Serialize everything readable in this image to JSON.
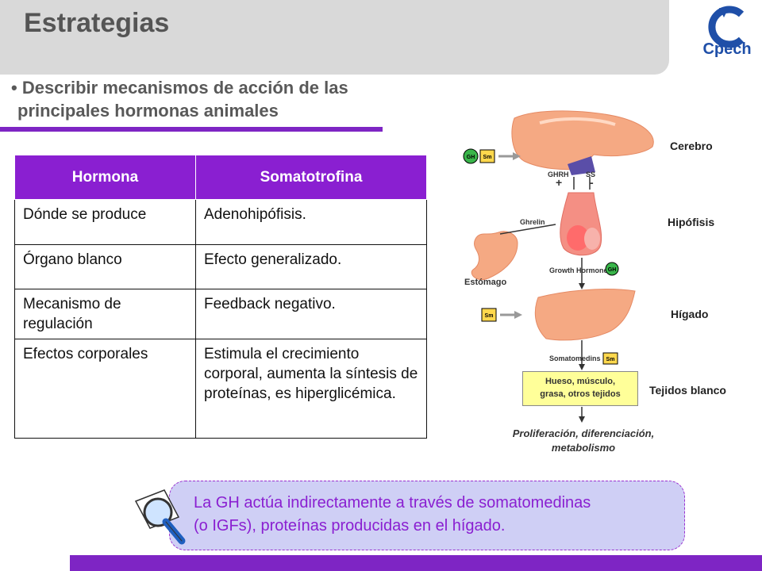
{
  "title": "Estrategias",
  "logo_text": "Cpech",
  "objective": {
    "line1": "Describir mecanismos de acción de las",
    "line2": "principales hormonas animales"
  },
  "table": {
    "headers": [
      "Hormona",
      "Somatotrofina"
    ],
    "rows": [
      [
        "Dónde se produce",
        "Adenohipófisis."
      ],
      [
        "Órgano blanco",
        "Efecto generalizado."
      ],
      [
        "Mecanismo de regulación",
        "Feedback negativo."
      ],
      [
        "Efectos corporales",
        "Estimula el crecimiento corporal, aumenta la síntesis de proteínas, es hiperglicémica."
      ]
    ]
  },
  "diagram": {
    "labels": {
      "cerebro": "Cerebro",
      "hipofisis": "Hipófisis",
      "higado": "Hígado",
      "tejidos": "Tejidos blanco",
      "estomago": "Estómago"
    },
    "small_labels": {
      "ghrh": "GHRH",
      "ss": "SS",
      "plus": "+",
      "minus": "-",
      "ghrelin": "Ghrelin",
      "growth_hormone": "Growth Hormone",
      "somatomedins": "Somatomedins",
      "gh": "GH",
      "sm": "Sm"
    },
    "tissue_box": [
      "Hueso, músculo,",
      "grasa, otros tejidos"
    ],
    "result": [
      "Proliferación, diferenciación,",
      "metabolismo"
    ]
  },
  "note": [
    "La GH actúa indirectamente a través de somatomedinas",
    "(o IGFs), proteínas producidas en el hígado."
  ]
}
